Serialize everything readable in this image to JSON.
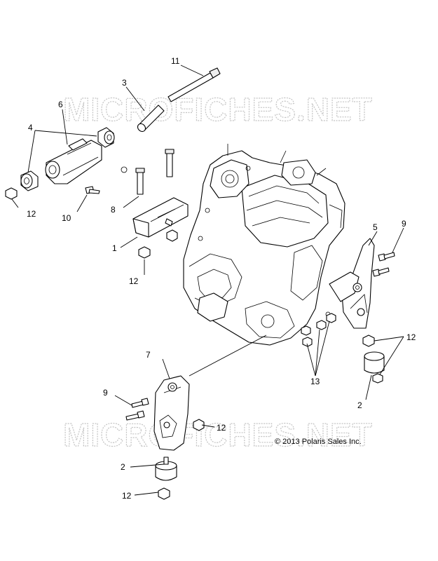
{
  "watermarks": [
    "MICROFICHES.NET",
    "MICROFICHES.NET"
  ],
  "copyright": "© 2013 Polaris Sales Inc.",
  "callouts": [
    "11",
    "3",
    "6",
    "4",
    "12",
    "10",
    "8",
    "1",
    "12",
    "5",
    "9",
    "7",
    "9",
    "13",
    "12",
    "2",
    "12",
    "2",
    "12"
  ]
}
